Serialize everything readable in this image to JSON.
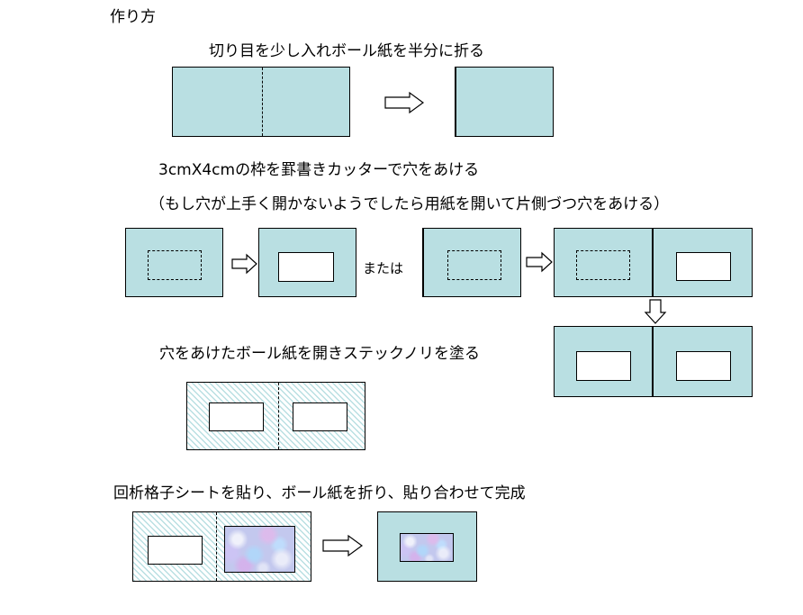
{
  "colors": {
    "cardboard": "#b9dfe2",
    "hatch": "#b9dfe2",
    "grating": "#c3c8ee"
  },
  "heading": "作り方",
  "steps": [
    {
      "label": "切り目を少し入れボール紙を半分に折る"
    },
    {
      "label": "3cmX4cmの枠を罫書きカッターで穴をあける",
      "note": "（もし穴が上手く開かないようでしたら用紙を開いて片側づつ穴をあける）",
      "or_label": "または"
    },
    {
      "label": "穴をあけたボール紙を開きステックノリを塗る"
    },
    {
      "label": "回析格子シートを貼り、ボール紙を折り、貼り合わせて完成"
    }
  ],
  "icons": {
    "right_arrow": "right-arrow-icon",
    "down_arrow": "down-arrow-icon"
  }
}
